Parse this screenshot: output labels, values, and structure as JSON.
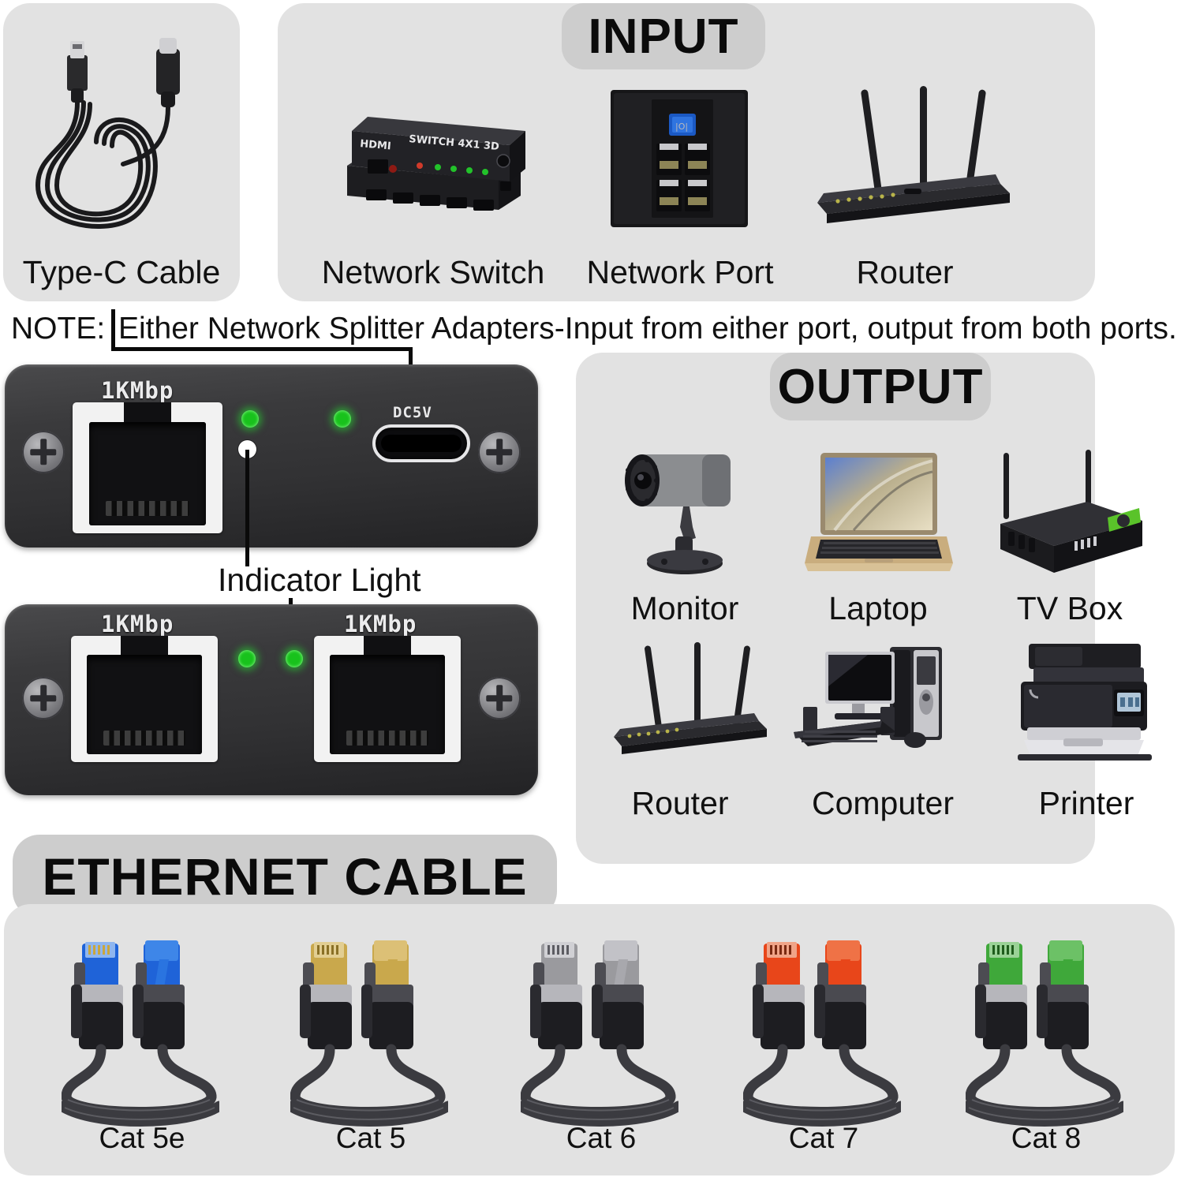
{
  "sections": {
    "input": {
      "badge": "INPUT",
      "items": [
        {
          "label": "Type-C Cable",
          "icon": "usb-c-cable-icon"
        },
        {
          "label": "Network Switch",
          "icon": "hdmi-switch-icon",
          "device_text": "HDMI SWITCH 4X1 3D"
        },
        {
          "label": "Network Port",
          "icon": "wall-network-port-icon"
        },
        {
          "label": "Router",
          "icon": "wifi-router-icon"
        }
      ]
    },
    "output": {
      "badge": "OUTPUT",
      "items": [
        {
          "label": "Monitor",
          "icon": "security-camera-icon"
        },
        {
          "label": "Laptop",
          "icon": "laptop-icon"
        },
        {
          "label": "TV Box",
          "icon": "tv-box-icon"
        },
        {
          "label": "Router",
          "icon": "wifi-router-icon"
        },
        {
          "label": "Computer",
          "icon": "desktop-computer-icon"
        },
        {
          "label": "Printer",
          "icon": "printer-icon"
        }
      ]
    },
    "ethernet": {
      "badge": "ETHERNET CABLE",
      "cables": [
        {
          "label": "Cat 5e",
          "connector_color": "#1f63d8"
        },
        {
          "label": "Cat 5",
          "connector_color": "#c9a84c"
        },
        {
          "label": "Cat 6",
          "connector_color": "#9a9a9e"
        },
        {
          "label": "Cat 7",
          "connector_color": "#e8461a"
        },
        {
          "label": "Cat 8",
          "connector_color": "#3fa83a"
        }
      ]
    }
  },
  "note": {
    "prefix": "NOTE:",
    "text": "Either Network Splitter Adapters-Input from either port, output from both ports."
  },
  "splitters": {
    "callouts": {
      "dc5v": "DC5V",
      "indicator_light": "Indicator Light"
    },
    "top": {
      "port_labels": [
        "1KMbp"
      ],
      "led_count": 2,
      "power_label": "DC5V"
    },
    "bottom": {
      "port_labels": [
        "1KMbp",
        "1KMbp"
      ],
      "led_count": 2
    }
  },
  "colors": {
    "panel_bg": "#e2e2e2",
    "badge_bg": "#cdcdcd",
    "led_green": "#18c21c",
    "page_bg": "#ffffff",
    "text": "#111111"
  }
}
